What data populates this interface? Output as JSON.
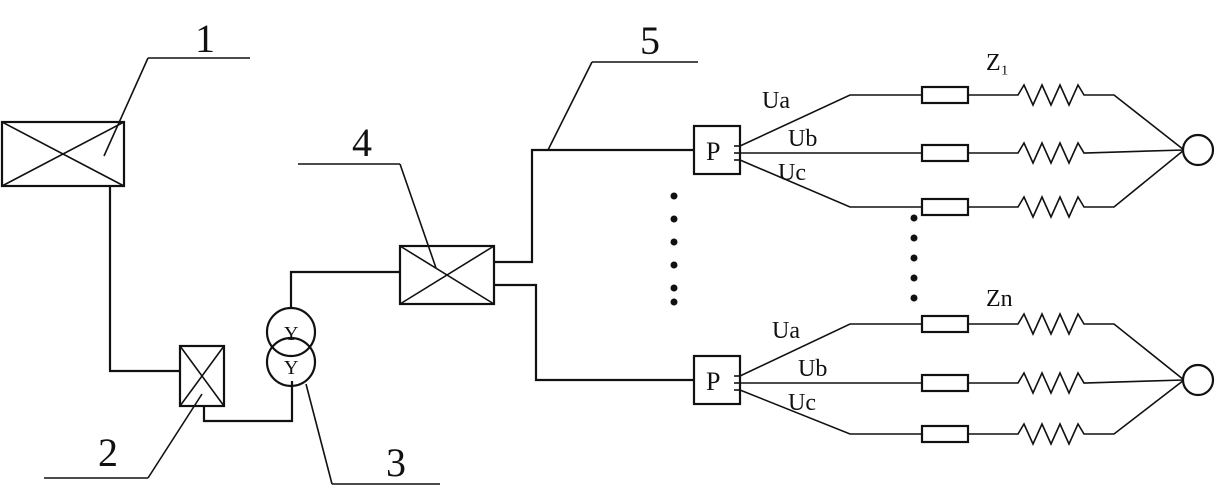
{
  "callouts": {
    "n1": "1",
    "n2": "2",
    "n3": "3",
    "n4": "4",
    "n5": "5"
  },
  "transformer": {
    "top": "Y",
    "bottom": "Y"
  },
  "units": [
    {
      "box": "P",
      "impedance": "Z₁",
      "phases": [
        "Ua",
        "Ub",
        "Uc"
      ]
    },
    {
      "box": "P",
      "impedance": "Zn",
      "phases": [
        "Ua",
        "Ub",
        "Uc"
      ]
    }
  ]
}
